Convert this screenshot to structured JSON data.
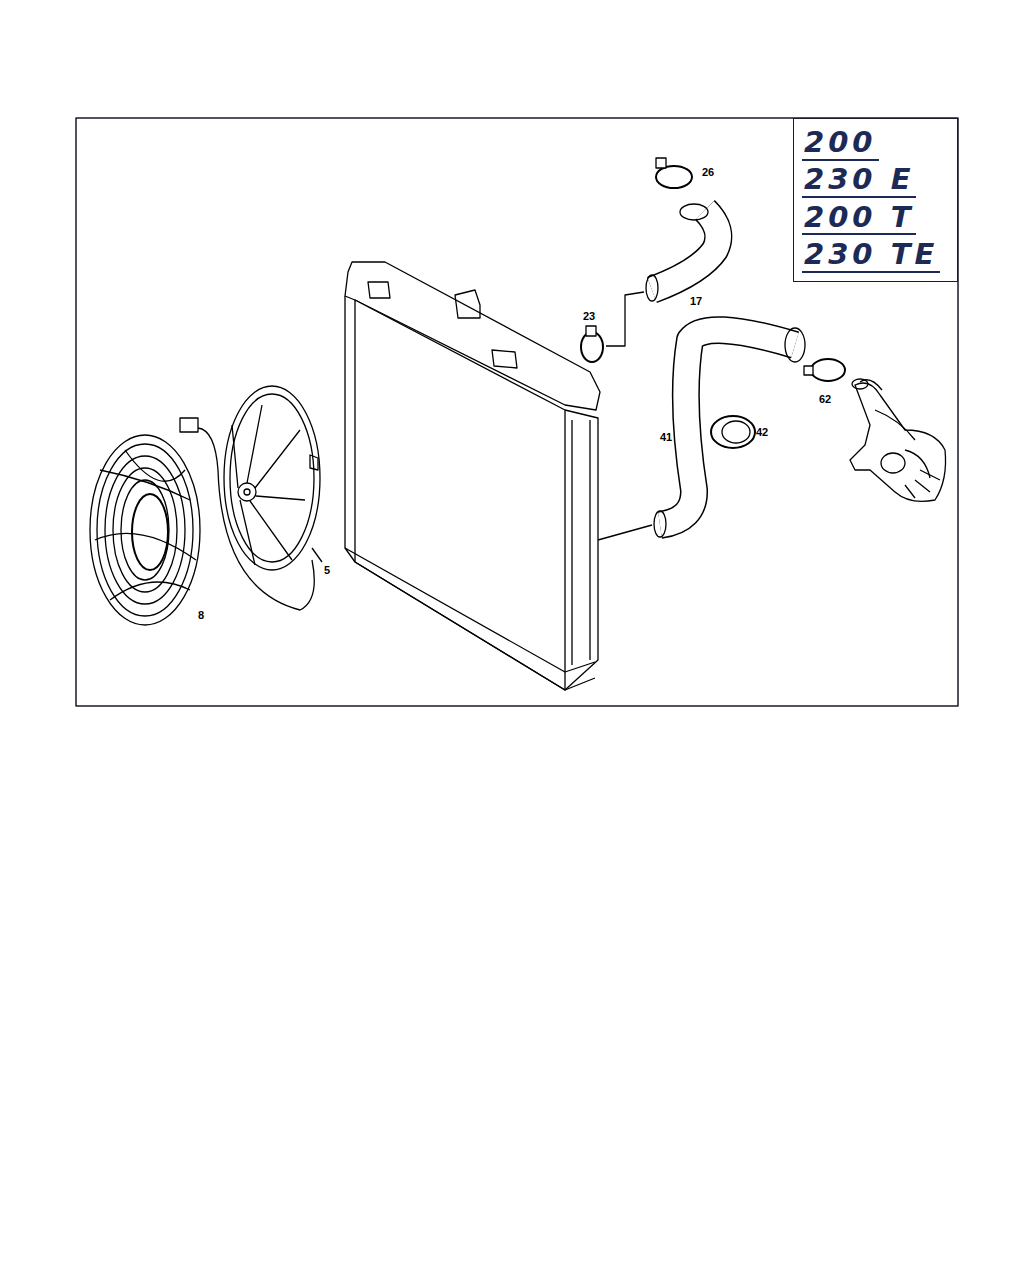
{
  "diagram": {
    "nodes": [
      {
        "text": [
          "200",
          "230 E",
          "200 T",
          "230 TE"
        ]
      }
    ],
    "labels": [
      "26",
      "23",
      "17",
      "62",
      "41",
      "42",
      "5",
      "8"
    ]
  }
}
